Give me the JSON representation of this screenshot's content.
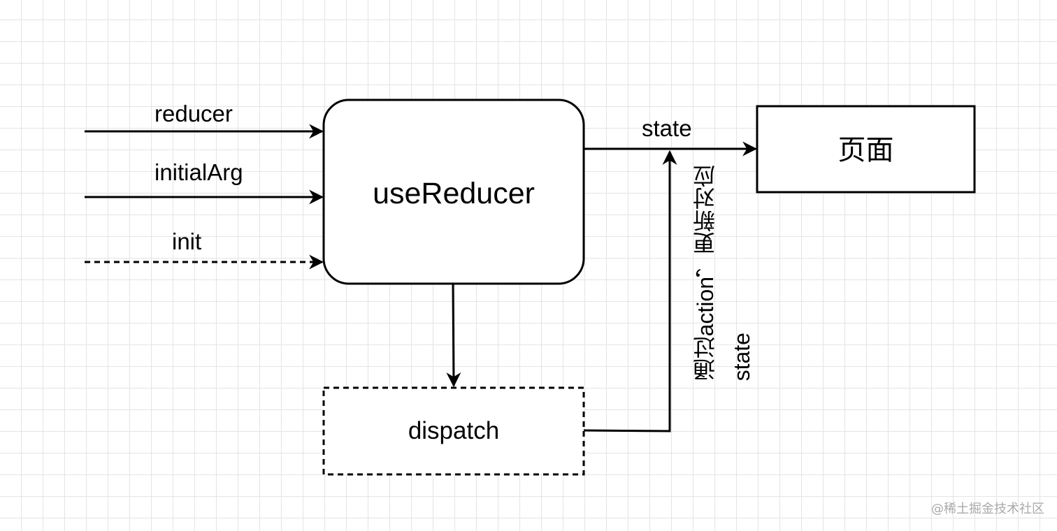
{
  "inputs": {
    "reducer": "reducer",
    "initial_arg": "initialArg",
    "init": "init"
  },
  "hook_box": {
    "label": "useReducer"
  },
  "output": {
    "state_label": "state"
  },
  "page_box": {
    "label": "页面"
  },
  "dispatch_box": {
    "label": "dispatch"
  },
  "update_note": {
    "line1": "通过action，更新对应",
    "line2": "state"
  },
  "watermark": "@稀土掘金技术社区",
  "colors": {
    "stroke": "#000000",
    "grid": "#e4e4e4",
    "background": "#ffffff",
    "watermark": "#aaaaaa"
  }
}
